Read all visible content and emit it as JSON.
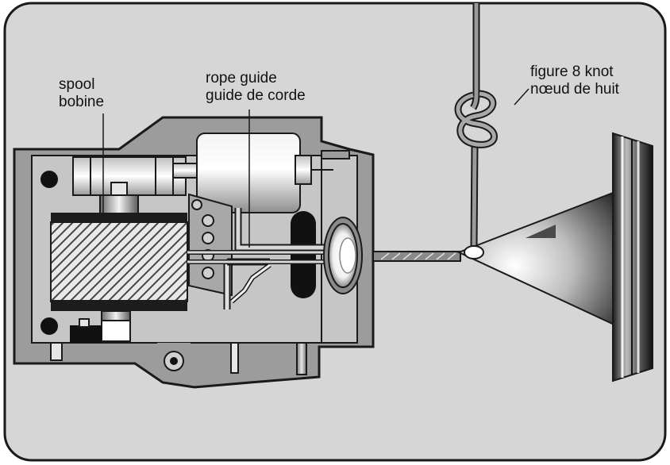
{
  "labels": {
    "spool": {
      "en": "spool",
      "fr": "bobine"
    },
    "rope_guide": {
      "en": "rope guide",
      "fr": "guide de corde"
    },
    "knot": {
      "en": "figure 8 knot",
      "fr": "nœud de huit"
    }
  },
  "colors": {
    "panel": "#d6d6d6",
    "frame": "#222222",
    "housing": "#9c9c9c",
    "inner_plate": "#c4c4c4",
    "rope": "#8a8a8a"
  }
}
